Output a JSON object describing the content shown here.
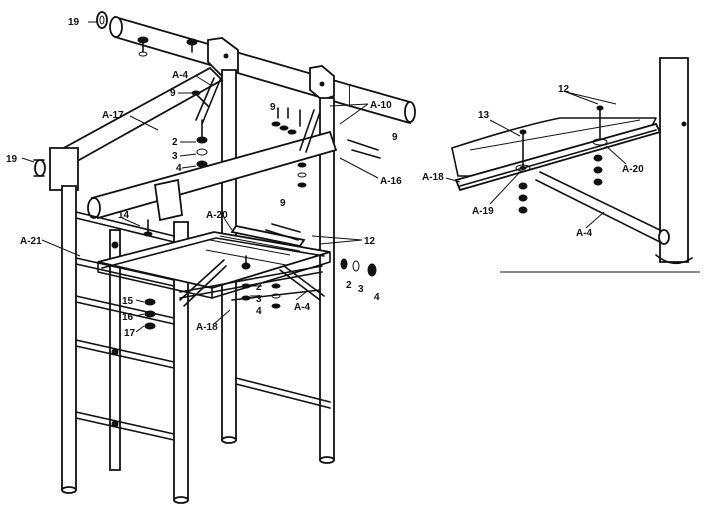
{
  "labels": {
    "l19a": "19",
    "l19b": "19",
    "a4_top": "A-4",
    "l9_top": "9",
    "a17": "A-17",
    "l2_left": "2",
    "l3_left": "3",
    "l4_left": "4",
    "l9_mid": "9",
    "a10": "A-10",
    "l9_right": "9",
    "a16": "A-16",
    "l14": "14",
    "a20_mid": "A-20",
    "l9_seat": "9",
    "a21": "A-21",
    "l12_mid": "12",
    "l2_right": "2",
    "l3_right": "3",
    "l4_right": "4",
    "l2_under": "2",
    "l3_under": "3",
    "l4_under": "4",
    "a4_mid": "A-4",
    "l15": "15",
    "l16": "16",
    "l17": "17",
    "a18_mid": "A-18",
    "l12_det": "12",
    "l13_det": "13",
    "a18_det": "A-18",
    "a19_det": "A-19",
    "a20_det": "A-20",
    "a4_det": "A-4"
  },
  "colors": {
    "ink": "#111111",
    "paper": "#ffffff"
  }
}
